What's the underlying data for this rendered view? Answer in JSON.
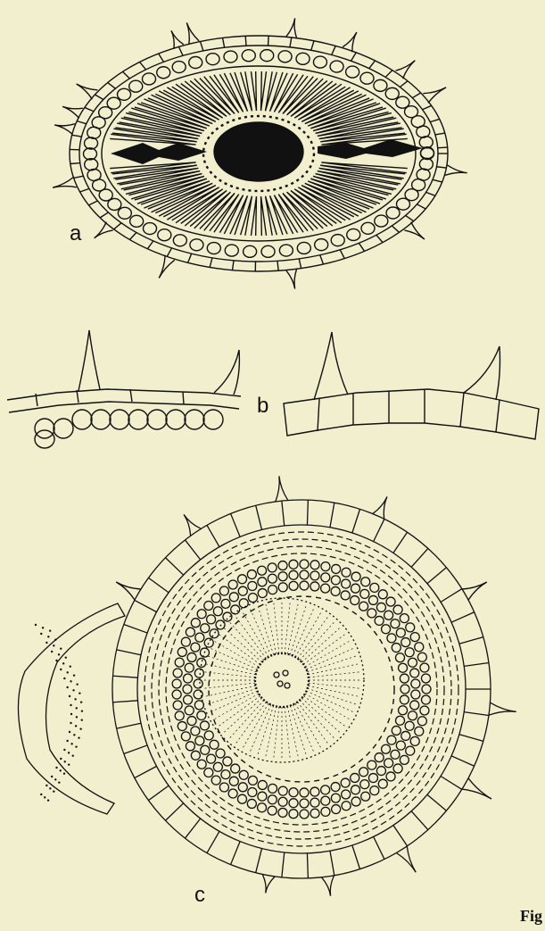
{
  "figure": {
    "panel_labels": {
      "a": "a",
      "b": "b",
      "c": "c"
    },
    "caption": "Fig",
    "colors": {
      "paper": "#f2efcf",
      "ink": "#111111"
    }
  }
}
